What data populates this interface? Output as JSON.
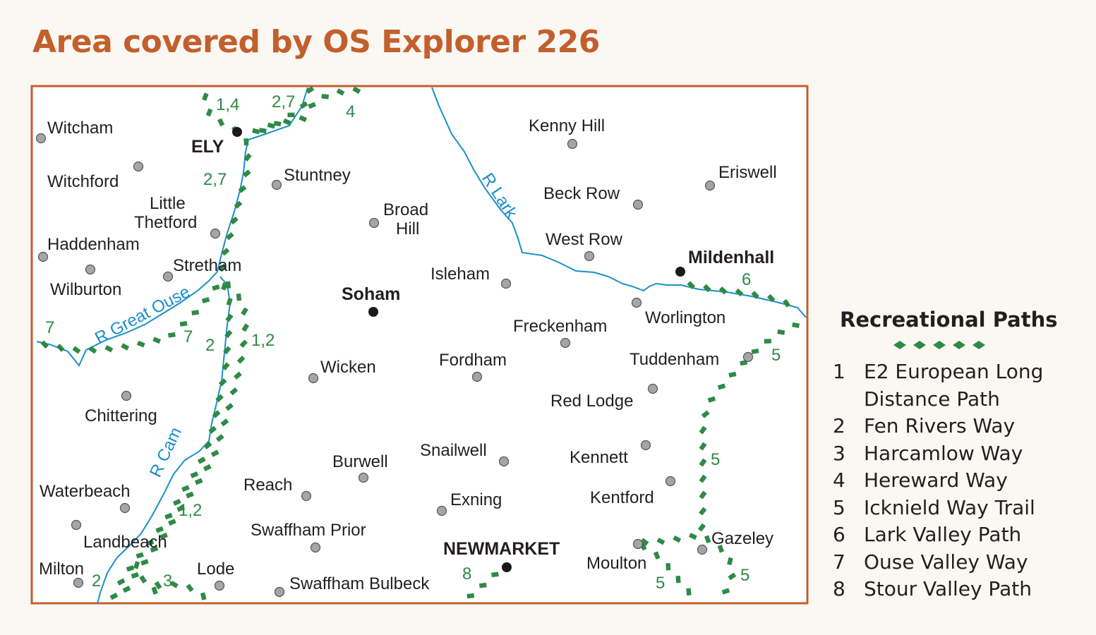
{
  "title": "Area covered by OS Explorer 226",
  "colors": {
    "title": "#c2602d",
    "border": "#c2602d",
    "river": "#1a8fcb",
    "path": "#2e8a45",
    "place_dot": "#8c8c8c"
  },
  "places": [
    {
      "name": "Witcham"
    },
    {
      "name": "Witchford"
    },
    {
      "name": "Little"
    },
    {
      "name": "Thetford"
    },
    {
      "name": "Haddenham"
    },
    {
      "name": "Wilburton"
    },
    {
      "name": "Stretham"
    },
    {
      "name": "Stuntney"
    },
    {
      "name": "Broad"
    },
    {
      "name": "Hill"
    },
    {
      "name": "Kenny Hill"
    },
    {
      "name": "Beck Row"
    },
    {
      "name": "Eriswell"
    },
    {
      "name": "West Row"
    },
    {
      "name": "Isleham"
    },
    {
      "name": "Worlington"
    },
    {
      "name": "Freckenham"
    },
    {
      "name": "Wicken"
    },
    {
      "name": "Fordham"
    },
    {
      "name": "Tuddenham"
    },
    {
      "name": "Red Lodge"
    },
    {
      "name": "Chittering"
    },
    {
      "name": "Snailwell"
    },
    {
      "name": "Burwell"
    },
    {
      "name": "Kennett"
    },
    {
      "name": "Reach"
    },
    {
      "name": "Exning"
    },
    {
      "name": "Kentford"
    },
    {
      "name": "Waterbeach"
    },
    {
      "name": "Landbeach"
    },
    {
      "name": "Swaffham Prior"
    },
    {
      "name": "Gazeley"
    },
    {
      "name": "Milton"
    },
    {
      "name": "Lode"
    },
    {
      "name": "Swaffham Bulbeck"
    },
    {
      "name": "Moulton"
    }
  ],
  "towns": [
    {
      "name": "ELY"
    },
    {
      "name": "Soham"
    },
    {
      "name": "Mildenhall"
    },
    {
      "name": "NEWMARKET"
    }
  ],
  "rivers": [
    {
      "name": "R Lark"
    },
    {
      "name": "R Great Ouse"
    },
    {
      "name": "R Cam"
    }
  ],
  "path_numbers": [
    "1,4",
    "2,7",
    "4",
    "2,7",
    "7",
    "7",
    "2",
    "1,2",
    "6",
    "5",
    "5",
    "5",
    "5",
    "1,2",
    "2",
    "3",
    "8"
  ],
  "legend": {
    "title": "Recreational Paths",
    "items": [
      {
        "num": "1",
        "lines": [
          "E2 European Long",
          "Distance Path"
        ]
      },
      {
        "num": "2",
        "lines": [
          "Fen Rivers Way"
        ]
      },
      {
        "num": "3",
        "lines": [
          "Harcamlow Way"
        ]
      },
      {
        "num": "4",
        "lines": [
          "Hereward Way"
        ]
      },
      {
        "num": "5",
        "lines": [
          "Icknield Way Trail"
        ]
      },
      {
        "num": "6",
        "lines": [
          "Lark Valley Path"
        ]
      },
      {
        "num": "7",
        "lines": [
          "Ouse Valley Way"
        ]
      },
      {
        "num": "8",
        "lines": [
          "Stour Valley Path"
        ]
      }
    ]
  }
}
